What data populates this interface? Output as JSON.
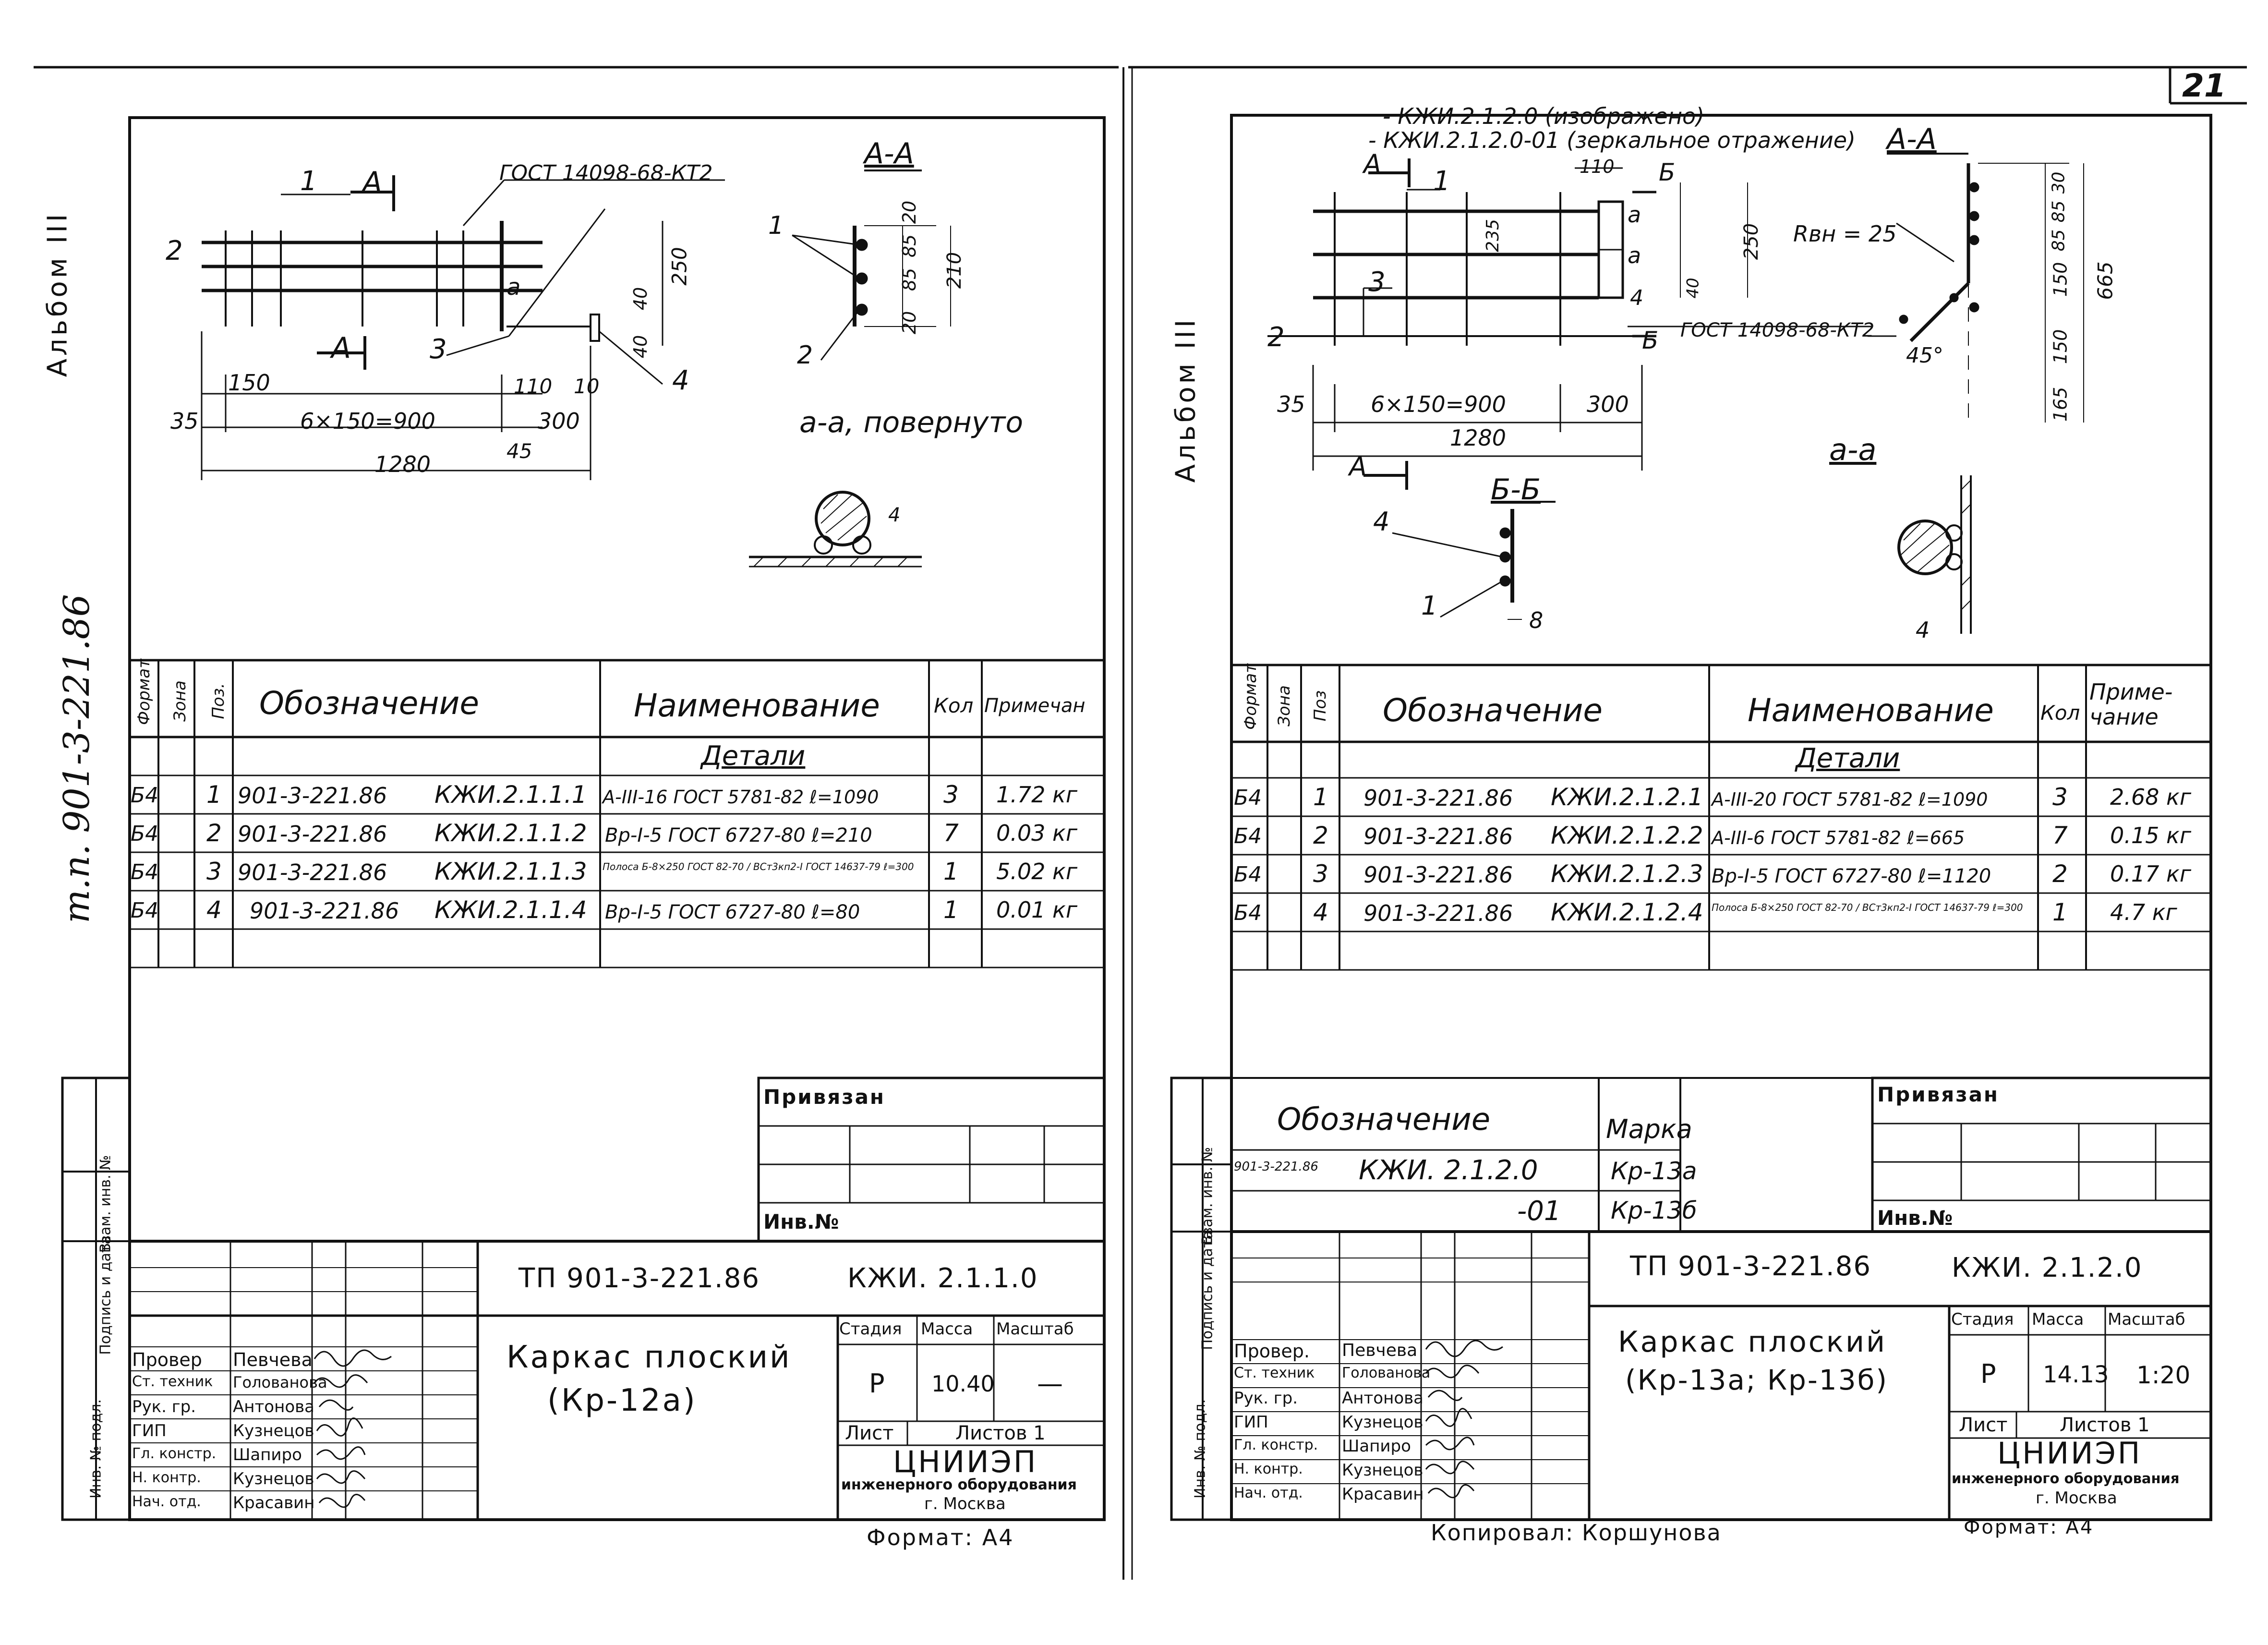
{
  "page_number": "21",
  "left_sheet": {
    "side_labels": {
      "album": "Альбом III",
      "project": "т.п. 901-3-221.86"
    },
    "drawing": {
      "section_label": "А-А",
      "section_a_mark": "А",
      "gost_label": "ГОСТ 14098-68-КТ2",
      "pos_labels": [
        "1",
        "2",
        "3",
        "4"
      ],
      "dims": [
        "35",
        "150",
        "6×150=900",
        "300",
        "1280",
        "45",
        "110",
        "10",
        "250",
        "40",
        "40",
        "20",
        "85",
        "85",
        "20",
        "210"
      ],
      "weld_mark": "а",
      "view_dd": "а-а, повернуто",
      "dd_dim": "4"
    },
    "spec": {
      "headers": {
        "format": "Формат",
        "zone": "Зона",
        "pos": "Поз.",
        "designation": "Обозначение",
        "name": "Наименование",
        "qty": "Кол",
        "note": "Примечан"
      },
      "group": "Детали",
      "rows": [
        {
          "format": "Б4",
          "pos": "1",
          "doc": "901-3-221.86",
          "code": "КЖИ.2.1.1.1",
          "name": "А-III-16 ГОСТ 5781-82 ℓ=1090",
          "qty": "3",
          "note": "1.72 кг"
        },
        {
          "format": "Б4",
          "pos": "2",
          "doc": "901-3-221.86",
          "code": "КЖИ.2.1.1.2",
          "name": "Вр-I-5 ГОСТ 6727-80 ℓ=210",
          "qty": "7",
          "note": "0.03 кг"
        },
        {
          "format": "Б4",
          "pos": "3",
          "doc": "901-3-221.86",
          "code": "КЖИ.2.1.1.3",
          "name": "Полоса Б-8×250 ГОСТ 82-70 / ВСт3кп2-I ГОСТ 14637-79 ℓ=300",
          "qty": "1",
          "note": "5.02 кг"
        },
        {
          "format": "Б4",
          "pos": "4",
          "doc": "901-3-221.86",
          "code": "КЖИ.2.1.1.4",
          "name": "Вр-I-5 ГОСТ 6727-80 ℓ=80",
          "qty": "1",
          "note": "0.01 кг"
        }
      ]
    },
    "side_stamp": [
      "Инв. № подл.",
      "Подпись и дата",
      "Взам. инв. №"
    ],
    "privyazan": {
      "title": "Привязан",
      "inv": "Инв.№"
    },
    "title_block": {
      "code": "ТП 901-3-221.86",
      "mark": "КЖИ. 2.1.1.0",
      "title_line1": "Каркас плоский",
      "title_line2": "(Кр-12а)",
      "stage_h": "Стадия",
      "mass_h": "Масса",
      "scale_h": "Масштаб",
      "stage": "Р",
      "mass": "10.40",
      "scale": "—",
      "sheet_h": "Лист",
      "sheets_h": "Листов 1",
      "org1": "ЦНИИЭП",
      "org2": "инженерного оборудования",
      "org3": "г. Москва",
      "roles": [
        {
          "role": "Провер",
          "name": "Певчева",
          "sign": "Певч."
        },
        {
          "role": "Ст. техник",
          "name": "Голованова",
          "sign": "Голов."
        },
        {
          "role": "Рук. гр.",
          "name": "Антонова",
          "sign": "А."
        },
        {
          "role": "ГИП",
          "name": "Кузнецов",
          "sign": "Кузн."
        },
        {
          "role": "Гл. констр.",
          "name": "Шапиро",
          "sign": "Шап."
        },
        {
          "role": "Н. контр.",
          "name": "Кузнецов",
          "sign": "Кузн."
        },
        {
          "role": "Нач. отд.",
          "name": "Красавин",
          "sign": "Крас."
        }
      ],
      "format": "Формат: А4"
    }
  },
  "right_sheet": {
    "side_labels": {
      "album": "Альбом III"
    },
    "drawing": {
      "variants": [
        "- КЖИ.2.1.2.0 (изображено)",
        "- КЖИ.2.1.2.0-01 (зеркальное отражение)"
      ],
      "section_label": "А-А",
      "section_bb": "Б-Б",
      "view_dd": "а-а",
      "gost_label": "ГОСТ 14098-68-КТ2",
      "radius": "Rвн = 25",
      "angle": "45°",
      "pos_labels": [
        "1",
        "2",
        "3",
        "4"
      ],
      "dims": [
        "35",
        "6×150=900",
        "300",
        "1280",
        "110",
        "235",
        "250",
        "40",
        "30",
        "85",
        "85",
        "150",
        "150",
        "165",
        "665",
        "8",
        "4"
      ],
      "marks": [
        "А",
        "Б",
        "а"
      ]
    },
    "spec": {
      "headers": {
        "format": "Формат",
        "zone": "Зона",
        "pos": "Поз",
        "designation": "Обозначение",
        "name": "Наименование",
        "qty": "Кол",
        "note": "Приме-чание"
      },
      "group": "Детали",
      "rows": [
        {
          "format": "Б4",
          "pos": "1",
          "doc": "901-3-221.86",
          "code": "КЖИ.2.1.2.1",
          "name": "А-III-20 ГОСТ 5781-82 ℓ=1090",
          "qty": "3",
          "note": "2.68 кг"
        },
        {
          "format": "Б4",
          "pos": "2",
          "doc": "901-3-221.86",
          "code": "КЖИ.2.1.2.2",
          "name": "А-III-6 ГОСТ 5781-82 ℓ=665",
          "qty": "7",
          "note": "0.15 кг"
        },
        {
          "format": "Б4",
          "pos": "3",
          "doc": "901-3-221.86",
          "code": "КЖИ.2.1.2.3",
          "name": "Вр-I-5 ГОСТ 6727-80 ℓ=1120",
          "qty": "2",
          "note": "0.17 кг"
        },
        {
          "format": "Б4",
          "pos": "4",
          "doc": "901-3-221.86",
          "code": "КЖИ.2.1.2.4",
          "name": "Полоса Б-8×250 ГОСТ 82-70 / ВСт3кп2-I ГОСТ 14637-79 ℓ=300",
          "qty": "1",
          "note": "4.7 кг"
        }
      ]
    },
    "side_stamp": [
      "Инв. № подл.",
      "Подпись и дата",
      "Взам. инв. №"
    ],
    "marking": {
      "h_designation": "Обозначение",
      "h_mark": "Марка",
      "row1_doc": "901-3-221.86",
      "row1_code": "КЖИ. 2.1.2.0",
      "row1_mark": "Кр-13а",
      "row2_code": "-01",
      "row2_mark": "Кр-13б"
    },
    "privyazan": {
      "title": "Привязан",
      "inv": "Инв.№"
    },
    "title_block": {
      "code": "ТП 901-3-221.86",
      "mark": "КЖИ. 2.1.2.0",
      "title_line1": "Каркас плоский",
      "title_line2": "(Кр-13а; Кр-13б)",
      "stage_h": "Стадия",
      "mass_h": "Масса",
      "scale_h": "Масштаб",
      "stage": "Р",
      "mass": "14.13",
      "scale": "1:20",
      "sheet_h": "Лист",
      "sheets_h": "Листов 1",
      "org1": "ЦНИИЭП",
      "org2": "инженерного оборудования",
      "org3": "г. Москва",
      "roles": [
        {
          "role": "Провер.",
          "name": "Певчева",
          "sign": "Певчева"
        },
        {
          "role": "Ст. техник",
          "name": "Голованова",
          "sign": "Голов."
        },
        {
          "role": "Рук. гр.",
          "name": "Антонова",
          "sign": "Ант."
        },
        {
          "role": "ГИП",
          "name": "Кузнецов",
          "sign": "Кузн."
        },
        {
          "role": "Гл. констр.",
          "name": "Шапиро",
          "sign": "Шап."
        },
        {
          "role": "Н. контр.",
          "name": "Кузнецов",
          "sign": "Кузн."
        },
        {
          "role": "Нач. отд.",
          "name": "Красавин",
          "sign": "Крас."
        }
      ],
      "copied": "Копировал: Коршунова",
      "format": "Формат: А4"
    }
  }
}
